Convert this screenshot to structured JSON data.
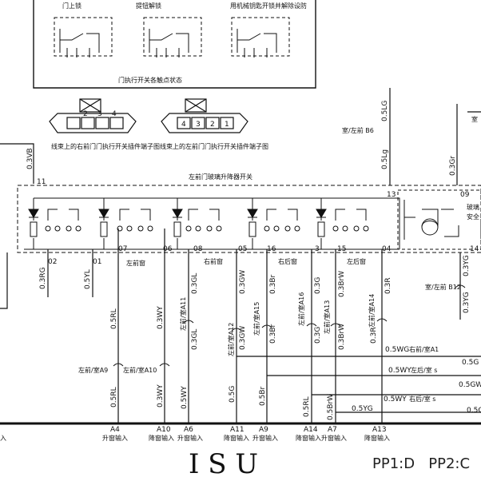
{
  "top_labels": {
    "lock": "门上锁",
    "unlock": "提钮解锁",
    "key": "用机械钥匙开锁并解除设防"
  },
  "actuator_caption": "门执行开关各触点状态",
  "connector_left_pins": [
    "2",
    "3",
    "4"
  ],
  "connector_right_pins": [
    "4",
    "3",
    "2",
    "1"
  ],
  "connector_left_caption": "线束上的右前门门执行开关插件端子图",
  "connector_right_caption": "线束上的左前门门执行开关插件端子图",
  "switch_title": "左前门玻璃升降器开关",
  "pins_top": {
    "p11": "11",
    "p13": "13",
    "p09": "09",
    "p14": "14"
  },
  "pins_bottom": [
    "02",
    "01",
    "07",
    "06",
    "08",
    "05",
    "16",
    "3",
    "15",
    "04"
  ],
  "window_labels": [
    "左前窗",
    "右前窗",
    "右后窗",
    "左后窗"
  ],
  "right_module_text": [
    "玻璃",
    "安全"
  ],
  "wires": {
    "w03VB": "0.3VB",
    "w05LG": "0.5LG",
    "w05Lg": "0.5Lg",
    "w03Gr": "0.3Gr",
    "w03RG": "0.3RG",
    "w05YL": "0.5YL",
    "w05RL": "0.5RL",
    "w03WY": "0.3WY",
    "w03GL_a": "0.3GL",
    "w03GL_b": "0.3GL",
    "w03GW_a": "0.3GW",
    "w03GW_b": "0.3GW",
    "w03Br_a": "0.3Br",
    "w03Br_b": "0.3Br",
    "w03G_a": "0.3G",
    "w03G_b": "0.3G",
    "w03BrW_a": "0.3BrW",
    "w03BrW_b": "0.3BrW",
    "w03R_a": "0.3R",
    "w03R_b": "0.3R",
    "w03YG": "0.3YG",
    "w03YG_b": "0.3YG",
    "w05RL_b": "0.5RL",
    "w03WY_b": "0.3WY",
    "w05WY": "0.5WY",
    "w05G": "0.5G",
    "w05Br": "0.5Br",
    "w05RL_c": "0.5RL",
    "w05BrW": "0.5BrW",
    "w05YG": "0.5YG",
    "w05WG_r": "0.5WG",
    "w05WY_r": "0.5WY",
    "w05WY_r2": "0.5WY",
    "w05G_r": "0.5G",
    "w05GW_r": "0.5GW",
    "w05C_r": "0.5C"
  },
  "connector_refs": {
    "B6": "室/左前 B6",
    "B12": "室/左前 B12",
    "A11": "左前/室A11",
    "A12": "左前/室A12",
    "A15": "左前/室A15",
    "A16": "左前/室A16",
    "A13": "左前/室A13",
    "A14": "左前/室A14",
    "A9": "左前/室A9",
    "A10": "左前/室A10",
    "rA1": "右前/室A1",
    "rA2": "左后/室 s",
    "rA3": "右后/室 s",
    "room_top": "室"
  },
  "isu_pins": [
    {
      "pin": "A4",
      "label": "升窗输入"
    },
    {
      "pin": "A10",
      "label": "降窗输入"
    },
    {
      "pin": "A6",
      "label": "升窗输入"
    },
    {
      "pin": "A11",
      "label": "降窗输入"
    },
    {
      "pin": "A9",
      "label": "升窗输入"
    },
    {
      "pin": "A14",
      "label": "降窗输入"
    },
    {
      "pin": "A7",
      "label": "升窗输入"
    },
    {
      "pin": "A13",
      "label": "降窗输入"
    }
  ],
  "isu_left_label": "入",
  "isu_title": "I S U",
  "pp_label": "PP1:D   PP2:C"
}
